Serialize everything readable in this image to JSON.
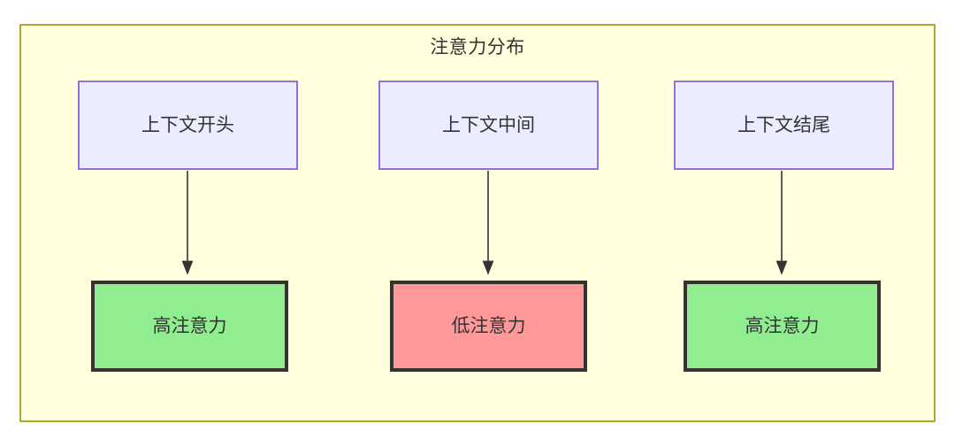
{
  "diagram": {
    "title": "注意力分布",
    "type": "flowchart",
    "container": {
      "background_color": "#ffffdd",
      "border_color": "#aaaa33"
    },
    "columns": [
      {
        "source": {
          "label": "上下文开头",
          "fill_color": "#ececff",
          "border_color": "#9370db"
        },
        "target": {
          "label": "高注意力",
          "fill_color": "#90ee90",
          "border_color": "#333333"
        }
      },
      {
        "source": {
          "label": "上下文中间",
          "fill_color": "#ececff",
          "border_color": "#9370db"
        },
        "target": {
          "label": "低注意力",
          "fill_color": "#ff9999",
          "border_color": "#333333"
        }
      },
      {
        "source": {
          "label": "上下文结尾",
          "fill_color": "#ececff",
          "border_color": "#9370db"
        },
        "target": {
          "label": "高注意力",
          "fill_color": "#90ee90",
          "border_color": "#333333"
        }
      }
    ],
    "edges": [
      {
        "from": "上下文开头",
        "to": "高注意力",
        "style": "solid-arrow"
      },
      {
        "from": "上下文中间",
        "to": "低注意力",
        "style": "solid-arrow"
      },
      {
        "from": "上下文结尾",
        "to": "高注意力",
        "style": "solid-arrow"
      }
    ]
  }
}
